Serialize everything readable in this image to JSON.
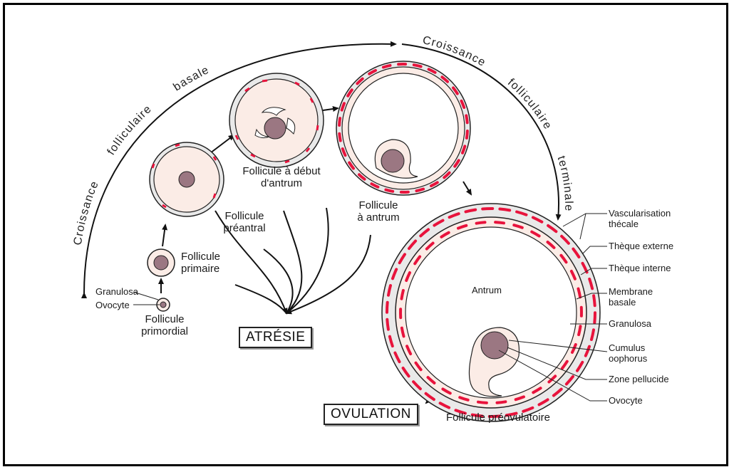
{
  "colors": {
    "theca": "#e9e9e9",
    "cytoplasm": "#fbece6",
    "oocyte": "#9b7782",
    "vessels": "#e8133c",
    "outline": "#222222"
  },
  "arcs": {
    "basal": "Croissance folliculaire basale",
    "terminal": "Croissance folliculaire terminale"
  },
  "follicles": {
    "primordial": "Follicule\nprimordial",
    "primaire": "Follicule\nprimaire",
    "preantral": "Follicule\npréantral",
    "debut_antrum": "Follicule à début\nd'antrum",
    "antrum": "Follicule\nà antrum",
    "preovulatoire": "Follicule préovulatoire"
  },
  "small_labels": {
    "granulosa": "Granulosa",
    "ovocyte": "Ovocyte"
  },
  "atresie": "ATRÉSIE",
  "ovulation": "OVULATION",
  "antrum_label": "Antrum",
  "callouts": [
    "Vascularisation\nthécale",
    "Thèque externe",
    "Thèque interne",
    "Membrane\nbasale",
    "Granulosa",
    "Cumulus\noophorus",
    "Zone pellucide",
    "Ovocyte"
  ]
}
